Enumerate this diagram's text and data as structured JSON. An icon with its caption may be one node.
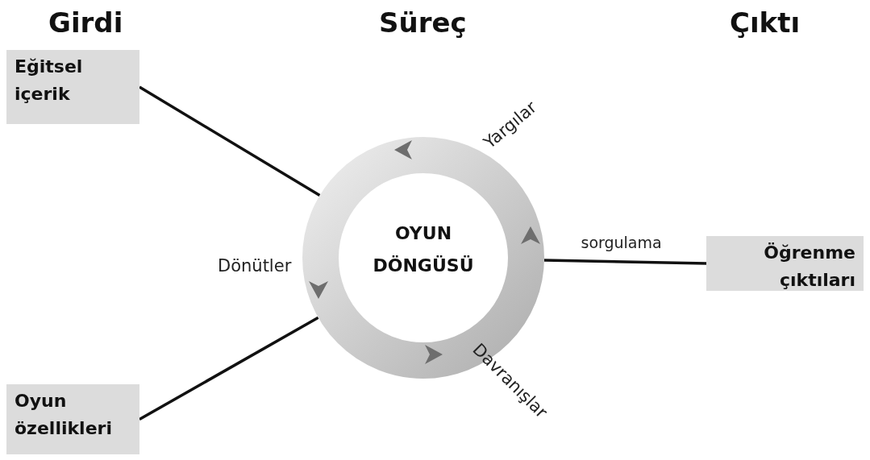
{
  "diagram": {
    "nodes": [
      {
        "text": [
          "Eğitsel içerik"
        ]
      },
      {
        "text": [
          "Oyun özellikleri"
        ]
      },
      {
        "text": [
          "OYUN DÖNGÜSÜ"
        ]
      },
      {
        "text": [
          "Öğrenme çıktıları"
        ]
      }
    ],
    "edges": [
      {
        "from": 0,
        "to": 2,
        "arrow": "none"
      },
      {
        "from": 1,
        "to": 2,
        "arrow": "none"
      },
      {
        "from": 2,
        "to": 3,
        "arrow": "none",
        "label": "sorgulama"
      }
    ],
    "labels": [
      "Girdi",
      "Süreç",
      "Çıktı",
      "Yargılar",
      "Dönütler",
      "Davranışlar"
    ]
  }
}
